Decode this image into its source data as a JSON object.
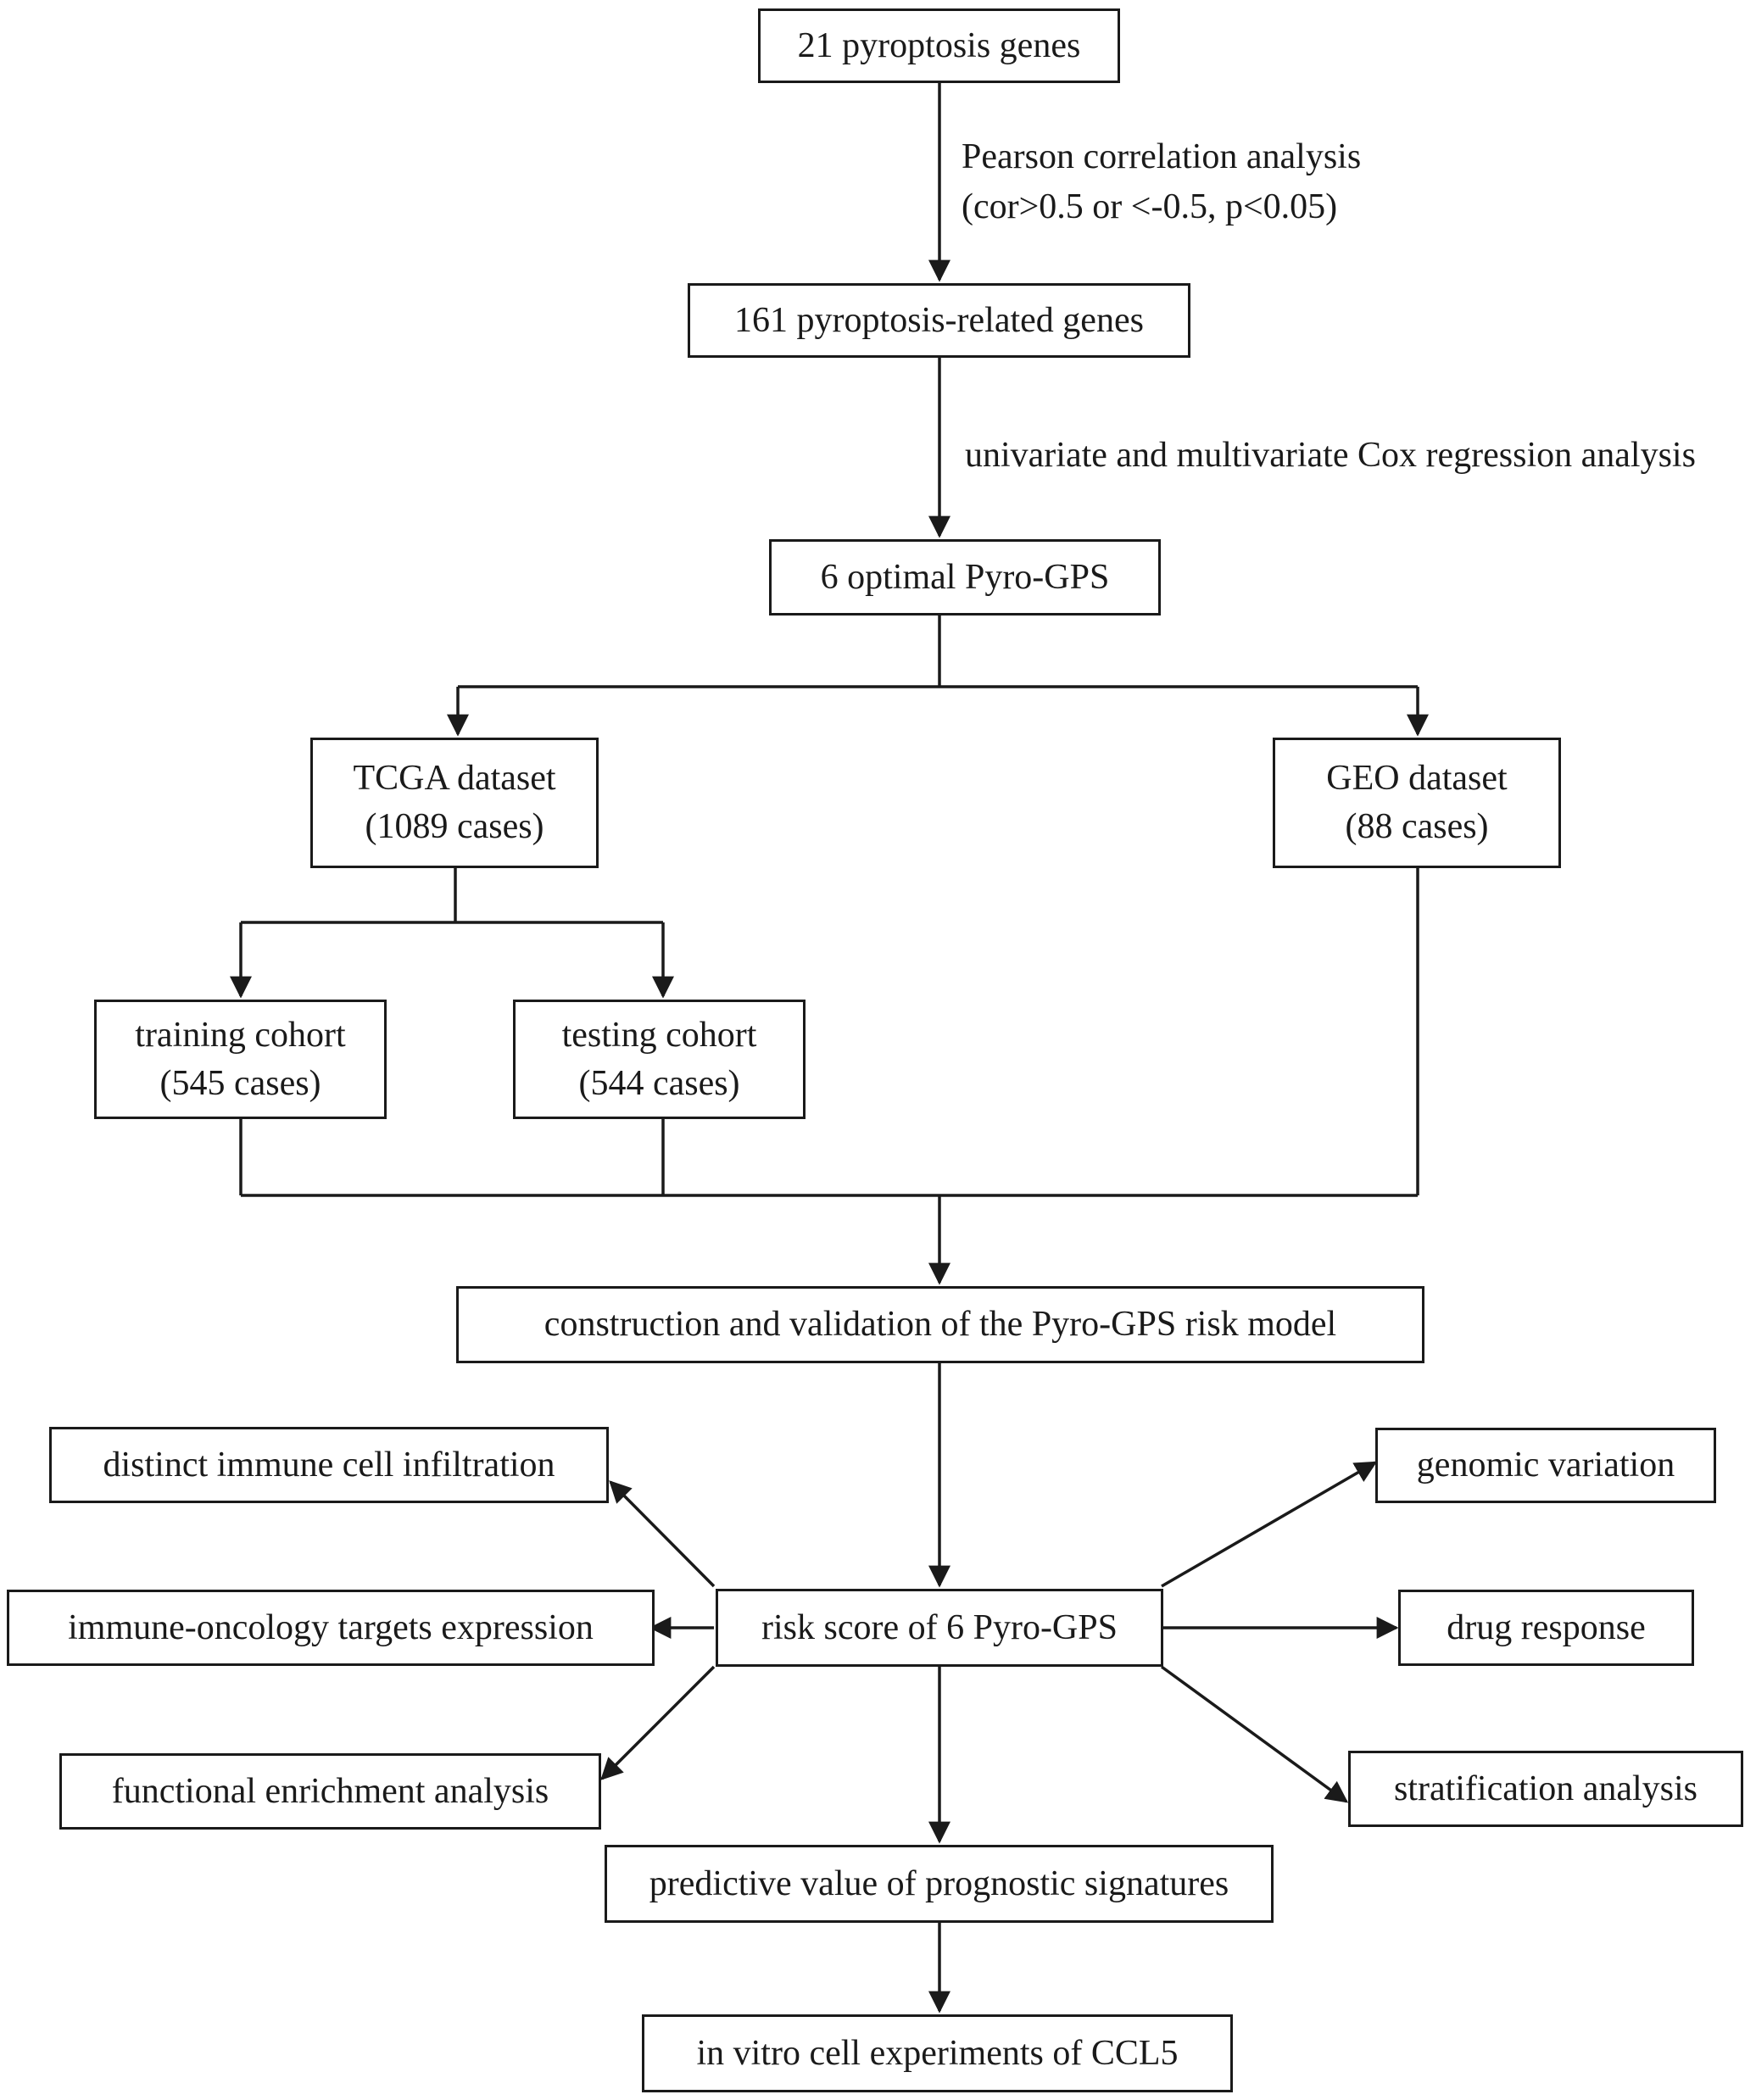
{
  "nodes": {
    "n1": {
      "line1": "21 pyroptosis genes"
    },
    "n2": {
      "line1": "161 pyroptosis-related genes"
    },
    "n3": {
      "line1": "6 optimal Pyro-GPS"
    },
    "n4": {
      "line1": "TCGA dataset",
      "line2": "(1089 cases)"
    },
    "n5": {
      "line1": "GEO dataset",
      "line2": "(88 cases)"
    },
    "n6": {
      "line1": "training cohort",
      "line2": "(545 cases)"
    },
    "n7": {
      "line1": "testing cohort",
      "line2": "(544 cases)"
    },
    "n8": {
      "line1": "construction and validation of the Pyro-GPS risk model"
    },
    "n9": {
      "line1": "risk score of 6 Pyro-GPS"
    },
    "n10": {
      "line1": "distinct immune cell infiltration"
    },
    "n11": {
      "line1": "immune-oncology targets expression"
    },
    "n12": {
      "line1": "functional enrichment analysis"
    },
    "n13": {
      "line1": "genomic variation"
    },
    "n14": {
      "line1": "drug response"
    },
    "n15": {
      "line1": "stratification analysis"
    },
    "n16": {
      "line1": "predictive value of prognostic signatures"
    },
    "n17": {
      "line1": "in vitro cell experiments of CCL5"
    }
  },
  "edge_labels": {
    "e1_line1": "Pearson correlation analysis",
    "e1_line2": "(cor>0.5 or <-0.5, p<0.05)",
    "e2_line1": "univariate and multivariate Cox regression analysis"
  }
}
